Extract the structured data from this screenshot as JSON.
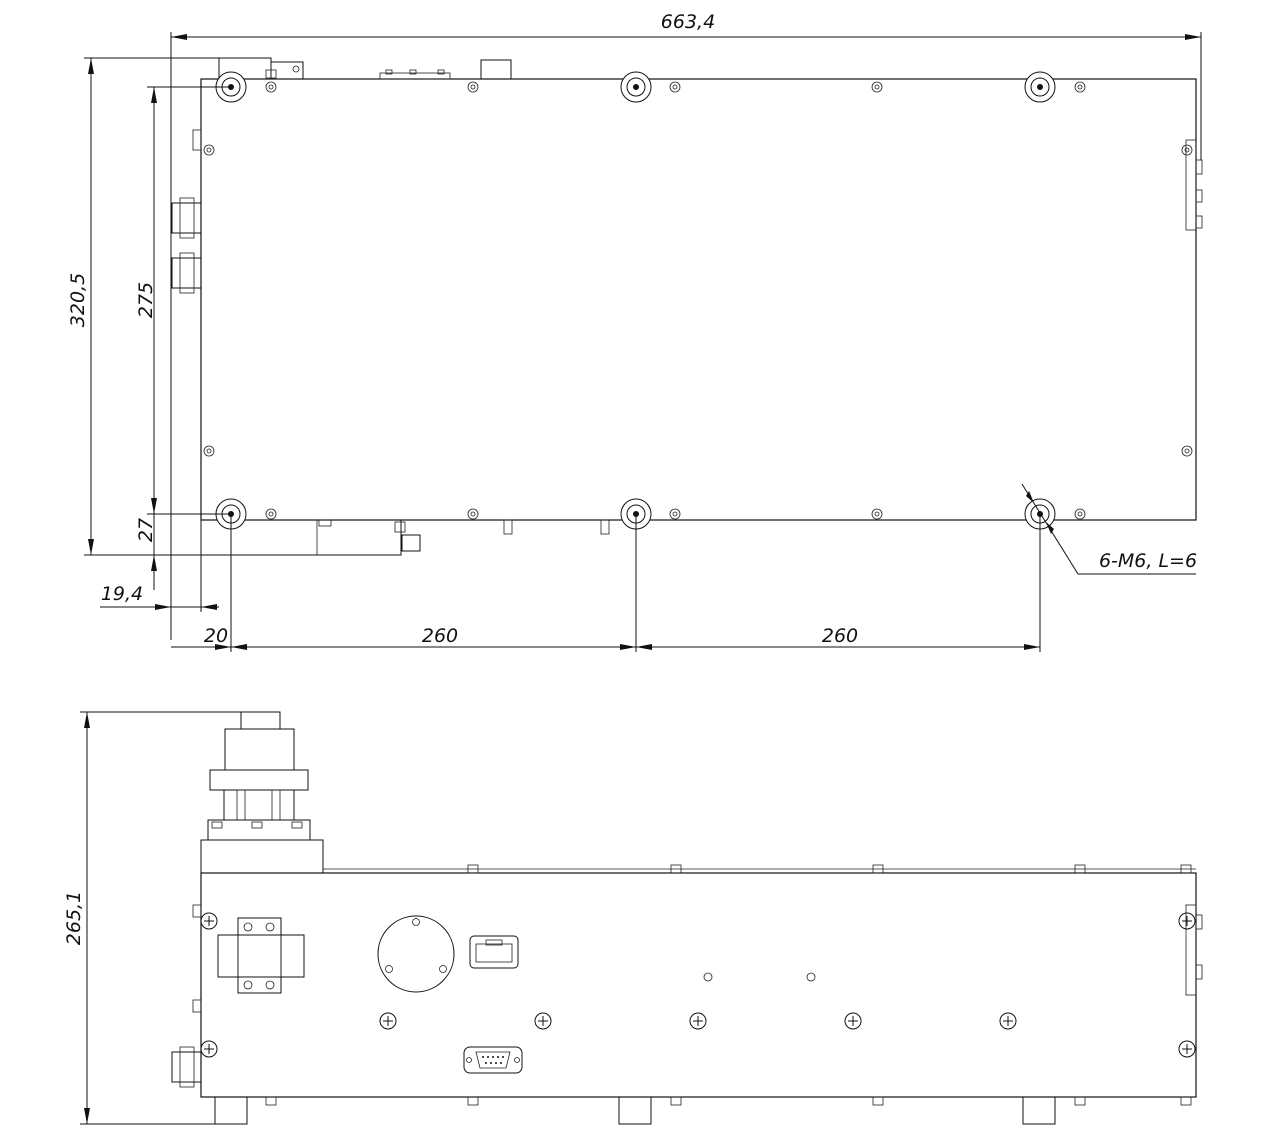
{
  "dimensions": {
    "overall_length": "663,4",
    "overall_width": "320,5",
    "hole_spacing_vertical": "275",
    "bottom_offset": "27",
    "left_offset": "19,4",
    "first_hole_offset": "20",
    "hole_spacing_1": "260",
    "hole_spacing_2": "260",
    "thread_callout": "6-M6, L=6",
    "overall_height": "265,1"
  }
}
